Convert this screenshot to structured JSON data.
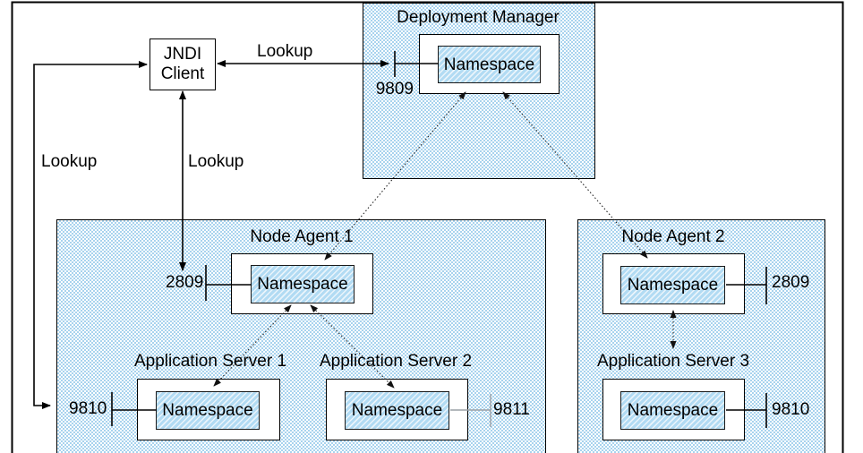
{
  "diagram": {
    "labels": {
      "lookup": "Lookup",
      "namespace": "Namespace"
    },
    "jndi_client": {
      "line1": "JNDI",
      "line2": "Client"
    },
    "nodes": {
      "deployment_manager": {
        "title": "Deployment Manager",
        "port": "9809"
      },
      "node_agent_1": {
        "title": "Node Agent 1",
        "port": "2809"
      },
      "node_agent_2": {
        "title": "Node Agent 2",
        "port": "2809"
      },
      "app_server_1": {
        "title": "Application Server 1",
        "port": "9810"
      },
      "app_server_2": {
        "title": "Application Server 2",
        "port": "9811"
      },
      "app_server_3": {
        "title": "Application Server 3",
        "port": "9810"
      }
    },
    "colors": {
      "region_fill": "#a8d3ee",
      "namespace_stripe": "#b2dbf3",
      "line": "#000000",
      "muted_line": "#9aa0a6"
    }
  }
}
